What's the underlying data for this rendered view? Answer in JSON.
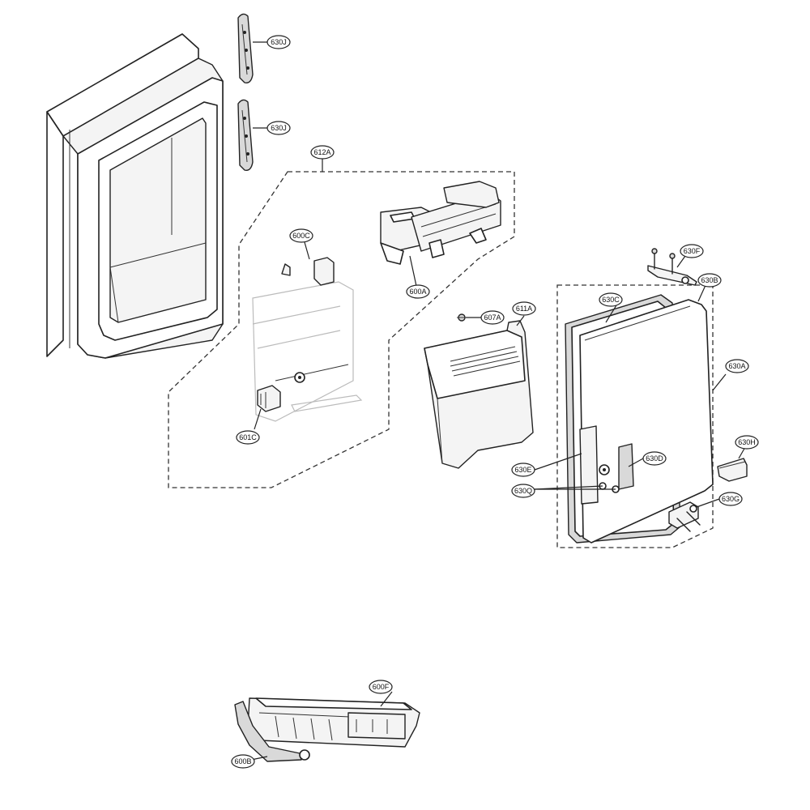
{
  "diagram": {
    "callouts": {
      "c630J_top": "630J",
      "c630J_bottom": "630J",
      "c612A": "612A",
      "c600C": "600C",
      "c600A": "600A",
      "c601C": "601C",
      "c607A": "607A",
      "c611A": "611A",
      "c630F": "630F",
      "c630B": "630B",
      "c630C": "630C",
      "c630A": "630A",
      "c630H": "630H",
      "c630E": "630E",
      "c630D": "630D",
      "c630Q": "630Q",
      "c630G": "630G",
      "c600F": "600F",
      "c600B": "600B"
    }
  }
}
